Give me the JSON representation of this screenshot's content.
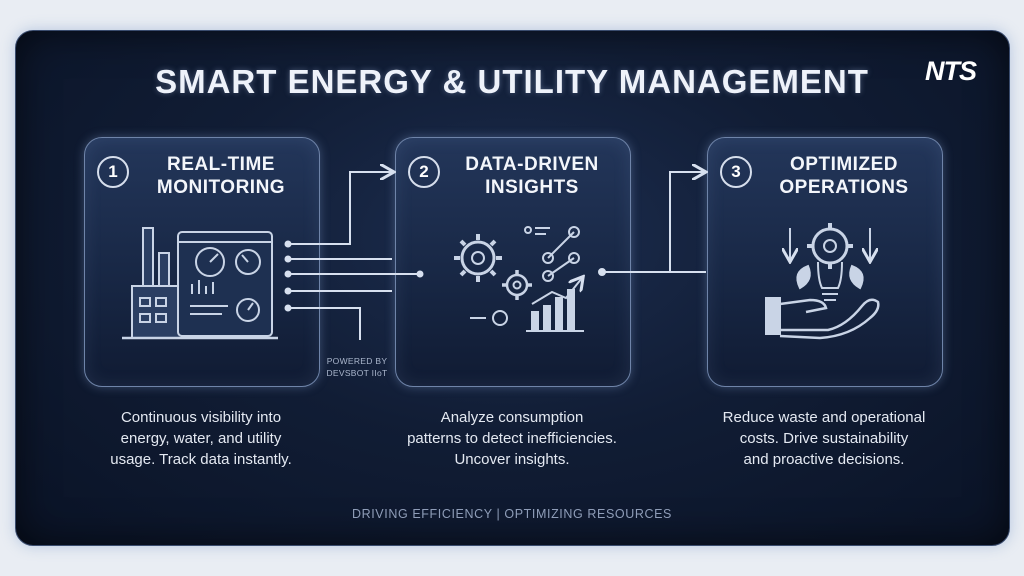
{
  "title": "SMART ENERGY & UTILITY MANAGEMENT",
  "logo": "NTS",
  "steps": [
    {
      "number": "1",
      "heading": "REAL-TIME\nMONITORING",
      "description": "Continuous visibility into\nenergy, water, and utility\nusage. Track data instantly."
    },
    {
      "number": "2",
      "heading": "DATA-DRIVEN\nINSIGHTS",
      "description": "Analyze consumption\npatterns to detect inefficiencies.\nUncover insights."
    },
    {
      "number": "3",
      "heading": "OPTIMIZED\nOPERATIONS",
      "description": "Reduce waste and operational\ncosts. Drive sustainability\nand proactive decisions."
    }
  ],
  "powered_by": "POWERED BY\nDEVSBOT IIoT",
  "footer": "DRIVING EFFICIENCY | OPTIMIZING RESOURCES",
  "icons": [
    "factory-monitoring-icon",
    "gears-analytics-icon",
    "hand-lightbulb-gear-icon"
  ],
  "colors": {
    "background": "#111d35",
    "card_border": "#6f84a9",
    "text": "#eef2fa",
    "accent": "#c8d4e8"
  }
}
